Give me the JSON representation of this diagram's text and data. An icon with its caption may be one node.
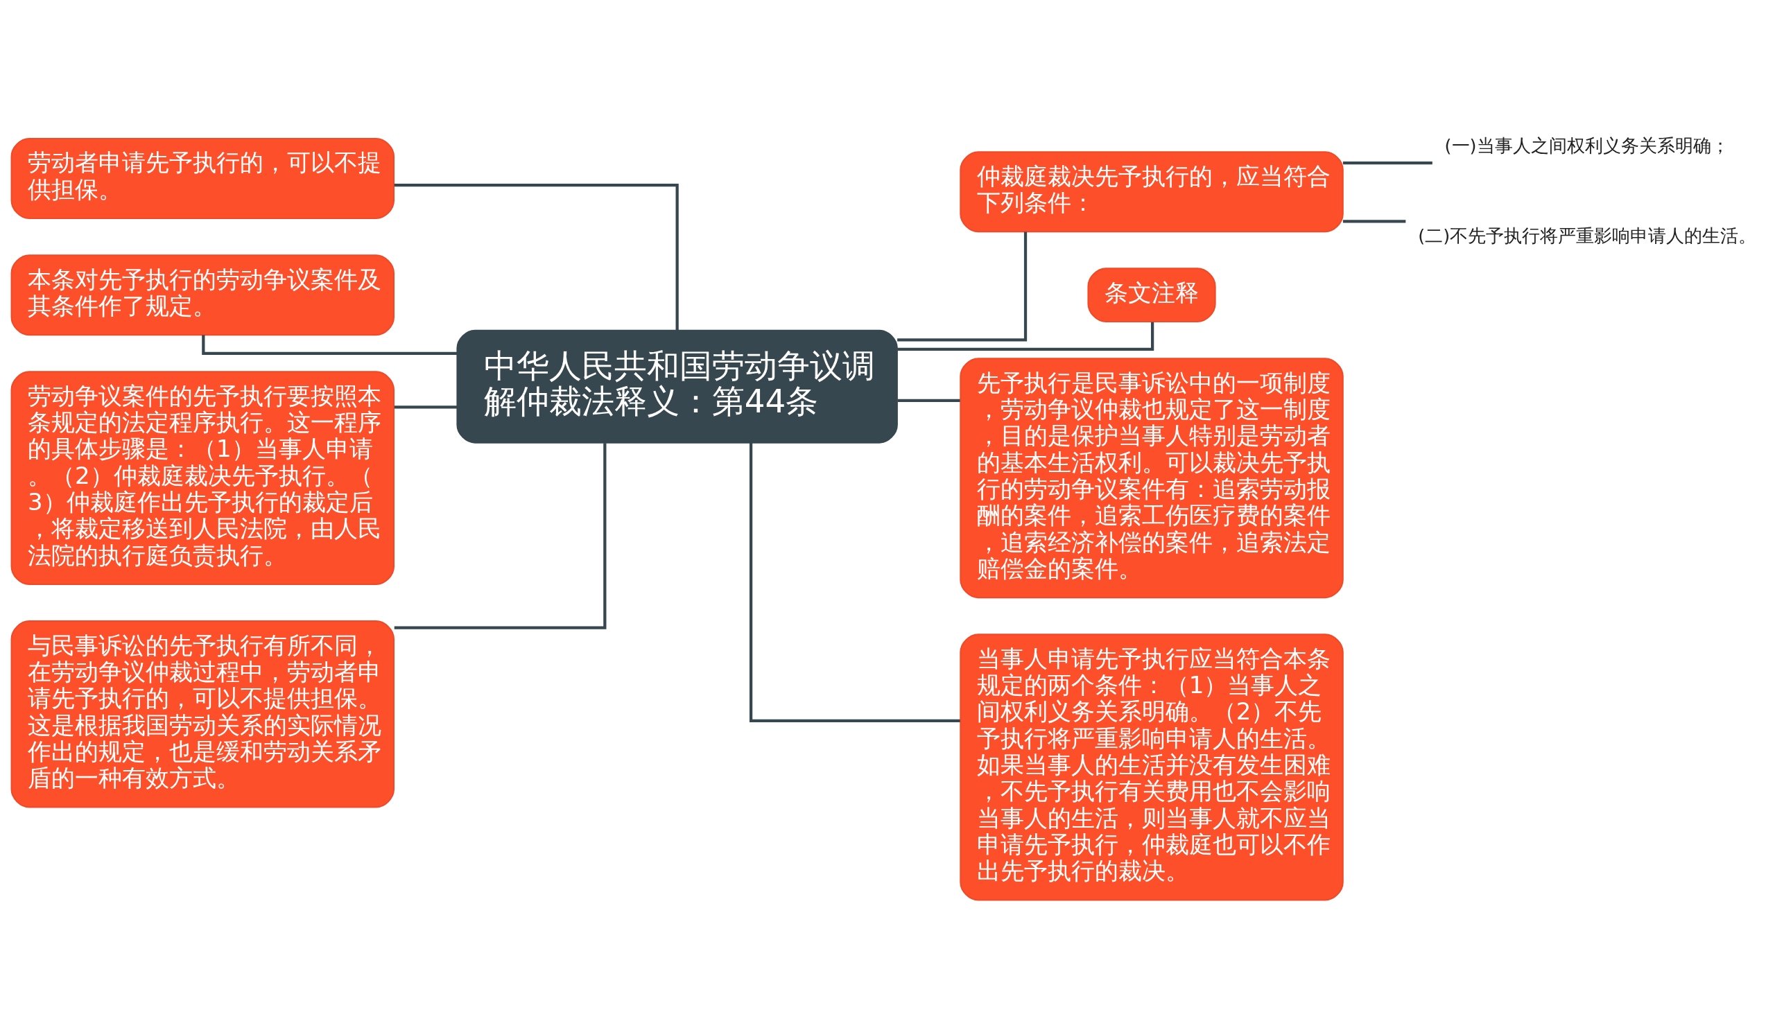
{
  "diagram": {
    "nodes": [
      {
        "text": [
          "中华人民共和国劳动争议调解仲裁法释义：第44条"
        ]
      },
      {
        "text": [
          "劳动者申请先予执行的，可以不提供担保。"
        ]
      },
      {
        "text": [
          "本条对先予执行的劳动争议案件及其条件作了规定。"
        ]
      },
      {
        "text": [
          "劳动争议案件的先予执行要按照本条规定的法定程序执行。这一程序的具体步骤是：（1）当事人申请。（2）仲裁庭裁决先予执行。（3）仲裁庭作出先予执行的裁定后，将裁定移送到人民法院，由人民法院的执行庭负责执行。"
        ]
      },
      {
        "text": [
          "与民事诉讼的先予执行有所不同，在劳动争议仲裁过程中，劳动者申请先予执行的，可以不提供担保。这是根据我国劳动关系的实际情况作出的规定，也是缓和劳动关系矛盾的一种有效方式。"
        ]
      },
      {
        "text": [
          "仲裁庭裁决先予执行的，应当符合下列条件："
        ]
      },
      {
        "text": [
          "条文注释"
        ]
      },
      {
        "text": [
          "先予执行是民事诉讼中的一项制度，劳动争议仲裁也规定了这一制度，目的是保护当事人特别是劳动者的基本生活权利。可以裁决先予执行的劳动争议案件有：追索劳动报酬的案件，追索工伤医疗费的案件，追索经济补偿的案件，追索法定赔偿金的案件。"
        ]
      },
      {
        "text": [
          "当事人申请先予执行应当符合本条规定的两个条件：（1）当事人之间权利义务关系明确。（2）不先予执行将严重影响申请人的生活。如果当事人的生活并没有发生困难，不先予执行有关费用也不会影响当事人的生活，则当事人就不应当申请先予执行，仲裁庭也可以不作出先予执行的裁决。"
        ]
      },
      {
        "text": [
          "(一)当事人之间权利义务关系明确；"
        ]
      },
      {
        "text": [
          "(二)不先予执行将严重影响申请人的生活。"
        ]
      }
    ],
    "edges": [
      {
        "from": 0,
        "to": 1,
        "arrow": "none"
      },
      {
        "from": 0,
        "to": 2,
        "arrow": "none"
      },
      {
        "from": 0,
        "to": 3,
        "arrow": "none"
      },
      {
        "from": 0,
        "to": 4,
        "arrow": "none"
      },
      {
        "from": 0,
        "to": 5,
        "arrow": "none"
      },
      {
        "from": 0,
        "to": 6,
        "arrow": "none"
      },
      {
        "from": 0,
        "to": 7,
        "arrow": "none"
      },
      {
        "from": 0,
        "to": 8,
        "arrow": "none"
      },
      {
        "from": 5,
        "to": 9,
        "arrow": "none"
      },
      {
        "from": 5,
        "to": 10,
        "arrow": "none"
      }
    ]
  }
}
